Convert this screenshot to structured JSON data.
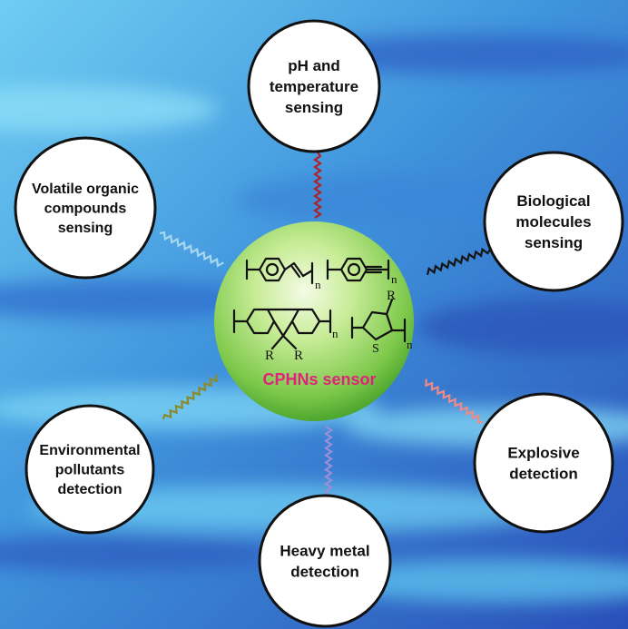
{
  "colors": {
    "background_light": "#5ac2ee",
    "background_dark": "#2a4fb8",
    "sphere_light": "#f4fbe6",
    "sphere_mid": "#8fd35a",
    "sphere_dark": "#3c9a24",
    "center_label": "#e0237a",
    "bubble_fill": "#ffffff",
    "bubble_stroke": "#111111"
  },
  "center": {
    "label": "CPHNs sensor",
    "structures": [
      {
        "name": "poly(phenylene vinylene)",
        "subscript": "n"
      },
      {
        "name": "poly(phenylene ethynylene)",
        "subscript": "n"
      },
      {
        "name": "polyfluorene",
        "subscript": "n",
        "substituents": [
          "R",
          "R"
        ]
      },
      {
        "name": "polythiophene",
        "subscript": "n",
        "heteroatom": "S",
        "substituent": "R"
      }
    ]
  },
  "applications": [
    {
      "id": "ph-temperature",
      "lines": [
        "pH and",
        "temperature",
        "sensing"
      ],
      "linker_color": "#b0202a"
    },
    {
      "id": "biological",
      "lines": [
        "Biological",
        "molecules",
        "sensing"
      ],
      "linker_color": "#151515"
    },
    {
      "id": "explosive",
      "lines": [
        "Explosive",
        "detection"
      ],
      "linker_color": "#f08a8a"
    },
    {
      "id": "heavy-metal",
      "lines": [
        "Heavy metal",
        "detection"
      ],
      "linker_color": "#9a8ed8"
    },
    {
      "id": "environmental",
      "lines": [
        "Environmental",
        "pollutants",
        "detection"
      ],
      "linker_color": "#8a8a2a"
    },
    {
      "id": "volatile",
      "lines": [
        "Volatile organic",
        "compounds",
        "sensing"
      ],
      "linker_color": "#a8d8f0"
    }
  ]
}
